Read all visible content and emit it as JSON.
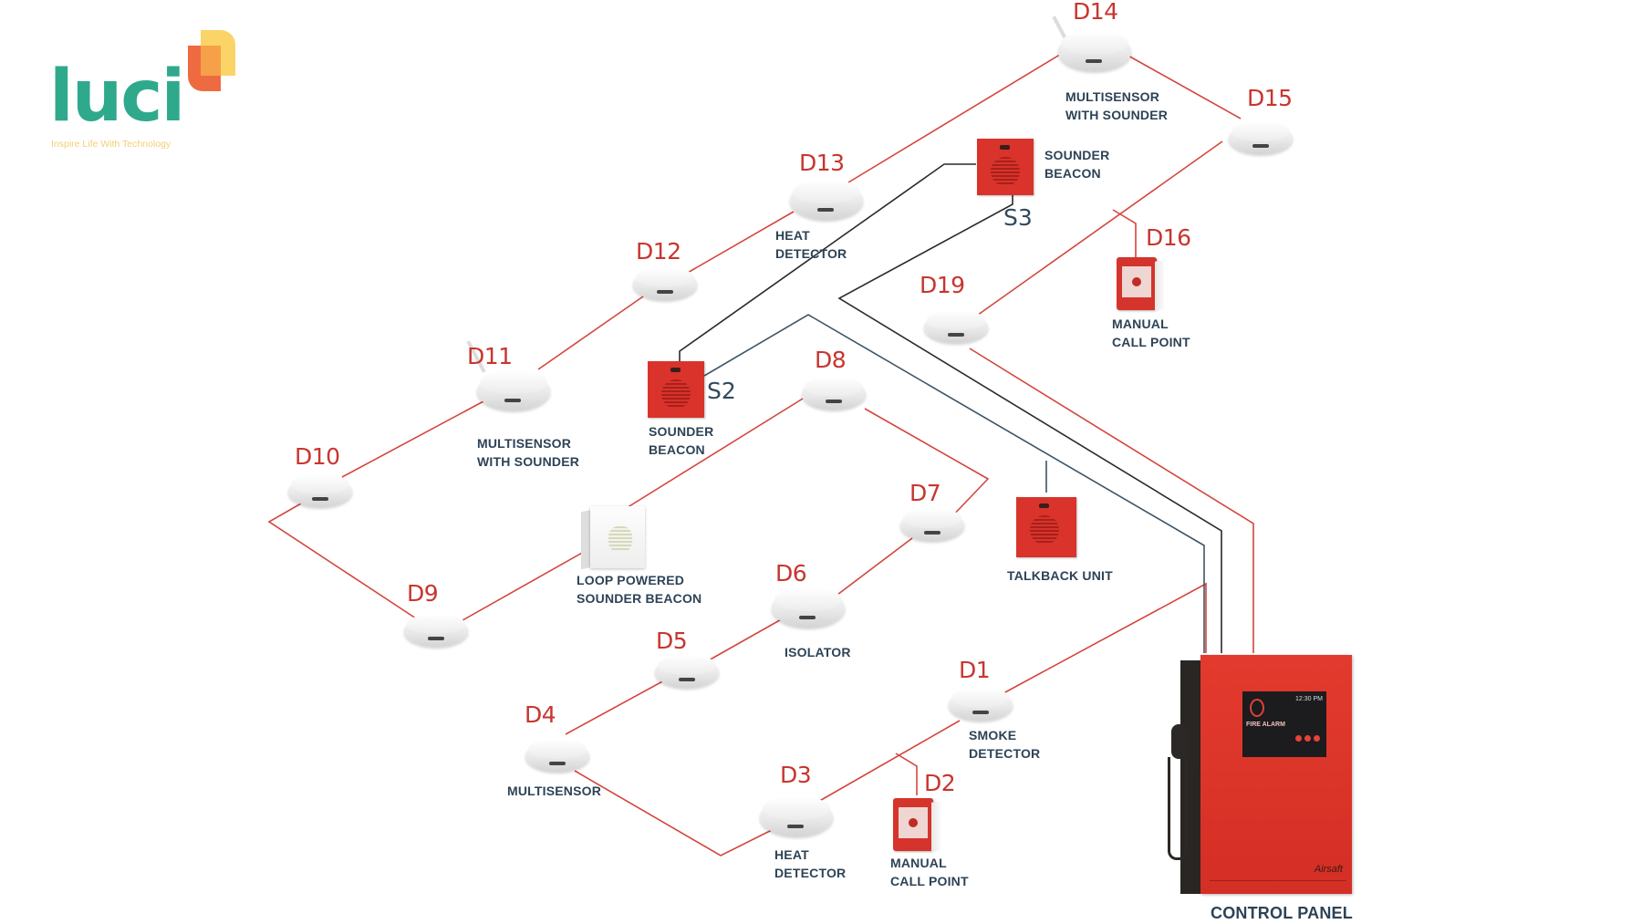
{
  "logo": {
    "wordmark": "luci",
    "tagline": "Inspire Life With Technology",
    "colors": {
      "teal": "#2fa98c",
      "orange": "#ee6a40",
      "yellow": "#fbcf57"
    }
  },
  "colors": {
    "device_label": "#c8352f",
    "caption": "#2d4356",
    "loop_wire": "#d3463d",
    "sounder_wire": "#2b2b2b",
    "talkback_wire": "#3e5566"
  },
  "devices": {
    "d1": {
      "id": "D1",
      "caption": "SMOKE\nDETECTOR"
    },
    "d2": {
      "id": "D2",
      "caption": "MANUAL\nCALL POINT"
    },
    "d3": {
      "id": "D3",
      "caption": "HEAT\nDETECTOR"
    },
    "d4": {
      "id": "D4",
      "caption": "MULTISENSOR"
    },
    "d5": {
      "id": "D5"
    },
    "d6": {
      "id": "D6",
      "caption": "ISOLATOR"
    },
    "d7": {
      "id": "D7"
    },
    "d8": {
      "id": "D8"
    },
    "d9": {
      "id": "D9"
    },
    "d10": {
      "id": "D10"
    },
    "d11": {
      "id": "D11",
      "caption": "MULTISENSOR\nWITH SOUNDER"
    },
    "d12": {
      "id": "D12"
    },
    "d13": {
      "id": "D13",
      "caption": "HEAT\nDETECTOR"
    },
    "d14": {
      "id": "D14",
      "caption": "MULTISENSOR\nWITH SOUNDER"
    },
    "d15": {
      "id": "D15"
    },
    "d16": {
      "id": "D16",
      "caption": "MANUAL\nCALL POINT"
    },
    "d19": {
      "id": "D19"
    }
  },
  "sounders": {
    "s2": {
      "id": "S2",
      "caption": "SOUNDER\nBEACON"
    },
    "s3": {
      "id": "S3",
      "caption": "SOUNDER\nBEACON"
    }
  },
  "loop_sounder": {
    "caption": "LOOP POWERED\nSOUNDER BEACON"
  },
  "talkback": {
    "caption": "TALKBACK UNIT"
  },
  "control_panel": {
    "caption": "CONTROL PANEL",
    "screen_time": "12:30 PM",
    "screen_alarm": "FIRE ALARM",
    "brand": "Airsaft"
  }
}
